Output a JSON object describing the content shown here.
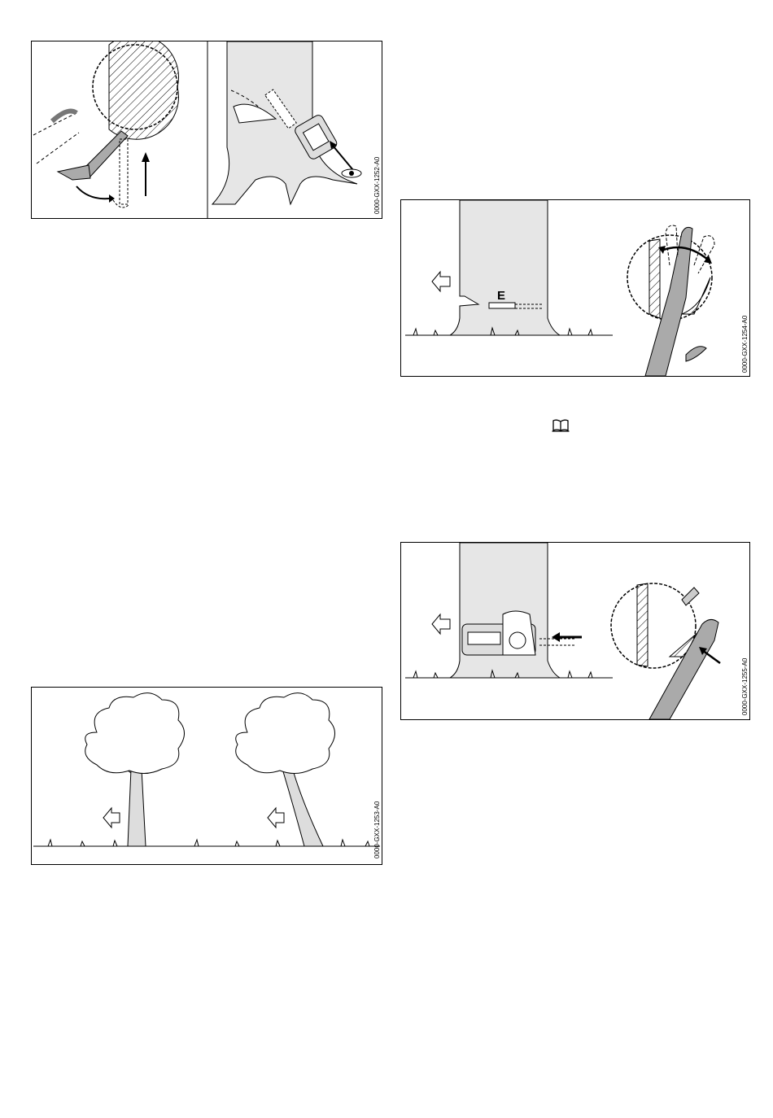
{
  "figures": [
    {
      "id": "fig1252",
      "code": "0000-GXX-1252-A0",
      "icons": [
        "chainsaw-bar-icon",
        "eye-icon",
        "arrow-up-icon",
        "curved-arrow-icon"
      ]
    },
    {
      "id": "fig1253",
      "code": "0000-GXX-1253-A0",
      "icons": [
        "tree-icon",
        "felling-direction-arrow-icon"
      ]
    },
    {
      "id": "fig1254",
      "code": "0000-GXX-1254-A0",
      "label": "E",
      "icons": [
        "tree-trunk-icon",
        "felling-direction-arrow-icon",
        "double-arrow-icon"
      ]
    },
    {
      "id": "fig1255",
      "code": "0000-GXX-1255-A0",
      "icons": [
        "chainsaw-icon",
        "felling-direction-arrow-icon",
        "push-arrow-icon"
      ]
    }
  ],
  "reference_icon": "book-icon"
}
